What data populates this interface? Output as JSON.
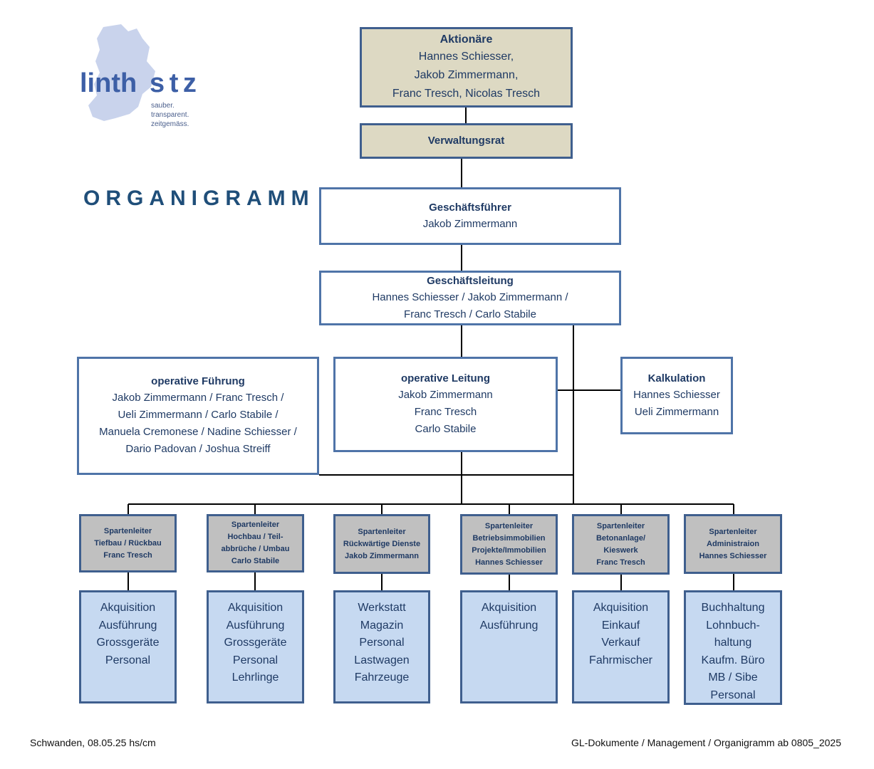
{
  "logo": {
    "word1": "linth",
    "word2": "s t z",
    "tagline": [
      "sauber.",
      "transparent.",
      "zeitgemäss."
    ]
  },
  "heading": "ORGANIGRAMM",
  "aktionaere": {
    "title": "Aktionäre",
    "lines": [
      "Hannes Schiesser,",
      "Jakob Zimmermann,",
      "Franc Tresch, Nicolas Tresch"
    ]
  },
  "verwaltungsrat": {
    "title": "Verwaltungsrat"
  },
  "geschaeftsfuehrer": {
    "title": "Geschäftsführer",
    "lines": [
      "Jakob Zimmermann"
    ]
  },
  "geschaeftsleitung": {
    "title": "Geschäftsleitung",
    "lines": [
      "Hannes Schiesser / Jakob Zimmermann /",
      "Franc Tresch / Carlo Stabile"
    ]
  },
  "operative_fuehrung": {
    "title": "operative Führung",
    "lines": [
      "Jakob Zimmermann / Franc Tresch  /",
      "Ueli Zimmermann / Carlo Stabile /",
      "Manuela Cremonese  / Nadine Schiesser /",
      "Dario Padovan / Joshua Streiff"
    ]
  },
  "operative_leitung": {
    "title": "operative Leitung",
    "lines": [
      "Jakob Zimmermann",
      "Franc Tresch",
      "Carlo Stabile"
    ]
  },
  "kalkulation": {
    "title": "Kalkulation",
    "lines": [
      "Hannes Schiesser",
      "Ueli Zimmermann"
    ]
  },
  "sparten": [
    {
      "lines": [
        "Spartenleiter",
        "Tiefbau / Rückbau",
        "Franc Tresch"
      ],
      "tasks": [
        "Akquisition",
        "Ausführung",
        "Grossgeräte",
        "Personal"
      ]
    },
    {
      "lines": [
        "Spartenleiter",
        "Hochbau / Teil-",
        "abbrüche / Umbau",
        "Carlo Stabile"
      ],
      "tasks": [
        "Akquisition",
        "Ausführung",
        "Grossgeräte",
        "Personal",
        "Lehrlinge"
      ]
    },
    {
      "lines": [
        "Spartenleiter",
        "Rückwärtige Dienste",
        "Jakob Zimmermann"
      ],
      "tasks": [
        "Werkstatt",
        "Magazin",
        "Personal",
        "Lastwagen",
        "Fahrzeuge"
      ]
    },
    {
      "lines": [
        "Spartenleiter",
        "Betriebsimmobilien",
        "Projekte/Immobilien",
        "Hannes Schiesser"
      ],
      "tasks": [
        "Akquisition",
        "Ausführung"
      ]
    },
    {
      "lines": [
        "Spartenleiter",
        "Betonanlage/",
        "Kieswerk",
        "Franc Tresch"
      ],
      "tasks": [
        "Akquisition",
        "Einkauf",
        "Verkauf",
        "Fahrmischer"
      ]
    },
    {
      "lines": [
        "Spartenleiter",
        "Administraion",
        "Hannes Schiesser"
      ],
      "tasks": [
        "Buchhaltung",
        "Lohnbuch-",
        "haltung",
        "Kaufm. Büro",
        "MB / Sibe",
        "Personal"
      ]
    }
  ],
  "footer": {
    "left": "Schwanden, 08.05.25 hs/cm",
    "right": "GL-Dokumente / Management / Organigramm ab 0805_2025"
  },
  "colors": {
    "border": "#4f74a8",
    "tan": "#ddd9c3",
    "gray": "#c0c0c0",
    "light_blue": "#c6d9f1",
    "text": "#1f3a64"
  }
}
